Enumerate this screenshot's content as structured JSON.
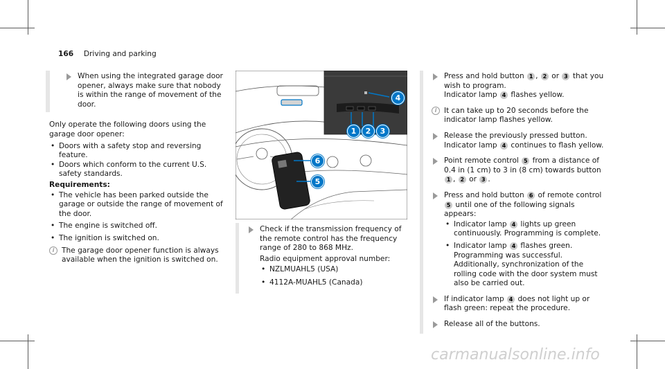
{
  "header": {
    "page_number": "166",
    "section": "Driving and parking"
  },
  "col1": {
    "note": "When using the integrated garage door opener, always make sure that nobody is within the range of movement of the door.",
    "intro": "Only operate the following doors using the garage door opener:",
    "door_bullets": [
      "Doors with a safety stop and reversing feature.",
      "Doors which conform to the current U.S. safety standards."
    ],
    "requirements_heading": "Requirements:",
    "req_bullets": [
      "The vehicle has been parked outside the garage or outside the range of movement of the door.",
      "The engine is switched off.",
      "The ignition is switched on."
    ],
    "info": "The garage door opener function is always available when the ignition is switched on."
  },
  "col2": {
    "figure_labels": [
      "1",
      "2",
      "3",
      "4",
      "5",
      "6"
    ],
    "step": "Check if the transmission frequency of the remote control has the frequency range of 280 to 868 MHz.",
    "radio_label": "Radio equipment approval number:",
    "radio_bullets": [
      "NZLMUAHL5 (USA)",
      "4112A-MUAHL5 (Canada)"
    ]
  },
  "col3": {
    "s1_a": "Press and hold button",
    "s1_b": ",",
    "s1_c": "or",
    "s1_d": "that you wish to program.",
    "s1_e": "Indicator lamp",
    "s1_f": "flashes yellow.",
    "info": "It can take up to 20 seconds before the indicator lamp flashes yellow.",
    "s2_a": "Release the previously pressed button.",
    "s2_b": "Indicator lamp",
    "s2_c": "continues to flash yellow.",
    "s3_a": "Point remote control",
    "s3_b": "from a distance of 0.4 in (1 cm) to 3 in (8 cm) towards button",
    "s3_c": ",",
    "s3_d": "or",
    "s3_e": ".",
    "s4_a": "Press and hold button",
    "s4_b": "of remote control",
    "s4_c": "until one of the following signals appears:",
    "s4_b1a": "Indicator lamp",
    "s4_b1b": "lights up green continuously. Programming is complete.",
    "s4_b2a": "Indicator lamp",
    "s4_b2b": "flashes green. Programming was successful. Additionally, synchronization of the rolling code with the door system must also be carried out.",
    "s5_a": "If indicator lamp",
    "s5_b": "does not light up or flash green: repeat the procedure.",
    "s6": "Release all of the buttons.",
    "n1": "1",
    "n2": "2",
    "n3": "3",
    "n4": "4",
    "n5": "5",
    "n6": "6"
  },
  "watermark": "carmanualsonline.info"
}
